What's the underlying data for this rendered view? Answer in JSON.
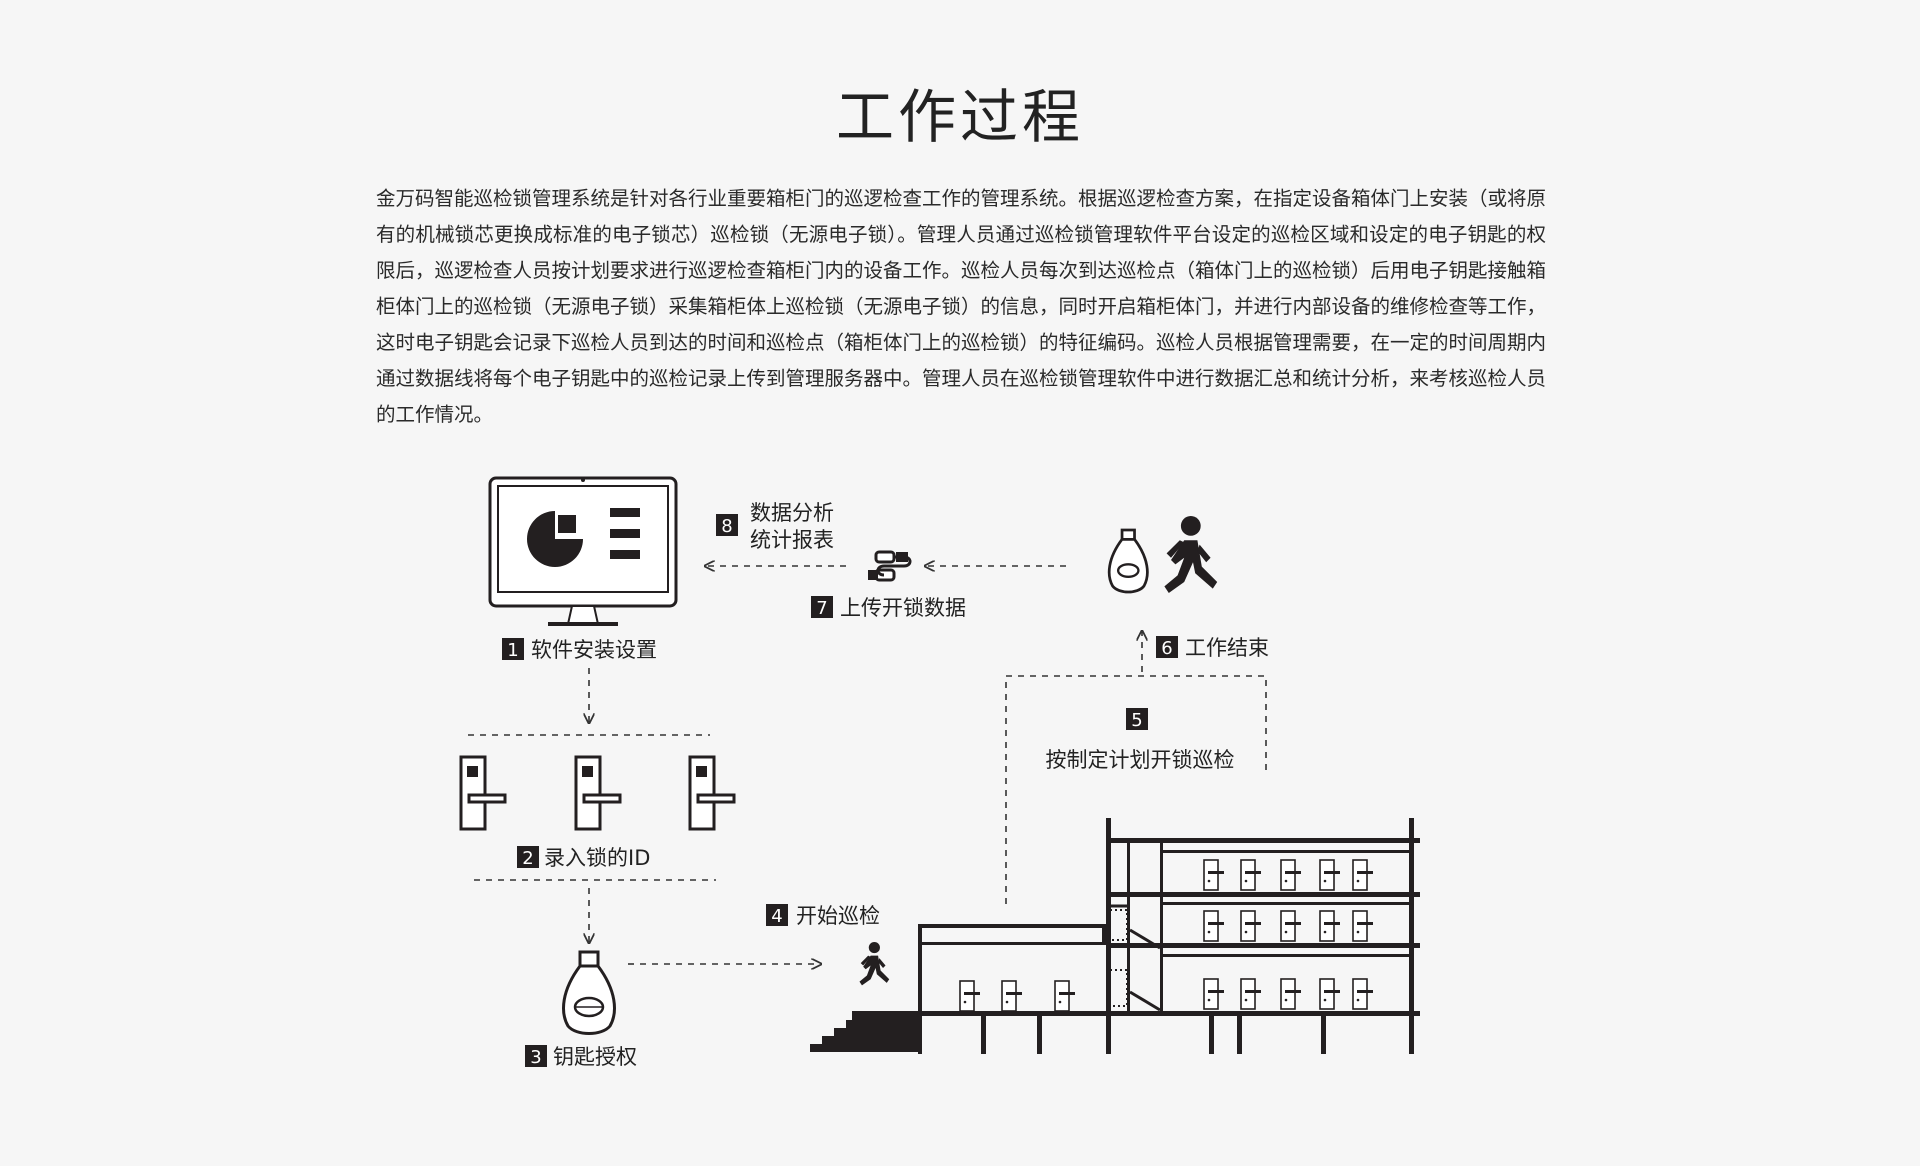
{
  "title": "工作过程",
  "intro": "金万码智能巡检锁管理系统是针对各行业重要箱柜门的巡逻检查工作的管理系统。根据巡逻检查方案，在指定设备箱体门上安装（或将原有的机械锁芯更换成标准的电子锁芯）巡检锁（无源电子锁）。管理人员通过巡检锁管理软件平台设定的巡检区域和设定的电子钥匙的权限后，巡逻检查人员按计划要求进行巡逻检查箱柜门内的设备工作。巡检人员每次到达巡检点（箱体门上的巡检锁）后用电子钥匙接触箱柜体门上的巡检锁（无源电子锁）采集箱柜体上巡检锁（无源电子锁）的信息，同时开启箱柜体门，并进行内部设备的维修检查等工作，这时电子钥匙会记录下巡检人员到达的时间和巡检点（箱柜体门上的巡检锁）的特征编码。巡检人员根据管理需要，在一定的时间周期内通过数据线将每个电子钥匙中的巡检记录上传到管理服务器中。管理人员在巡检锁管理软件中进行数据汇总和统计分析，来考核巡检人员的工作情况。",
  "steps": [
    {
      "num": "1",
      "label": "软件安装设置"
    },
    {
      "num": "2",
      "label": "录入锁的ID"
    },
    {
      "num": "3",
      "label": "钥匙授权"
    },
    {
      "num": "4",
      "label": "开始巡检"
    },
    {
      "num": "5",
      "label": "按制定计划开锁巡检"
    },
    {
      "num": "6",
      "label": "工作结束"
    },
    {
      "num": "7",
      "label": "上传开锁数据"
    },
    {
      "num": "8",
      "label_line1": "数据分析",
      "label_line2": "统计报表"
    }
  ],
  "icons": {
    "monitor": "monitor-icon",
    "lock": "door-lock-icon",
    "key": "electronic-key-icon",
    "walker": "walking-person-icon",
    "cable": "data-cable-icon",
    "building": "building-icon"
  },
  "colors": {
    "ink": "#231f20",
    "background": "#f6f6f6"
  }
}
